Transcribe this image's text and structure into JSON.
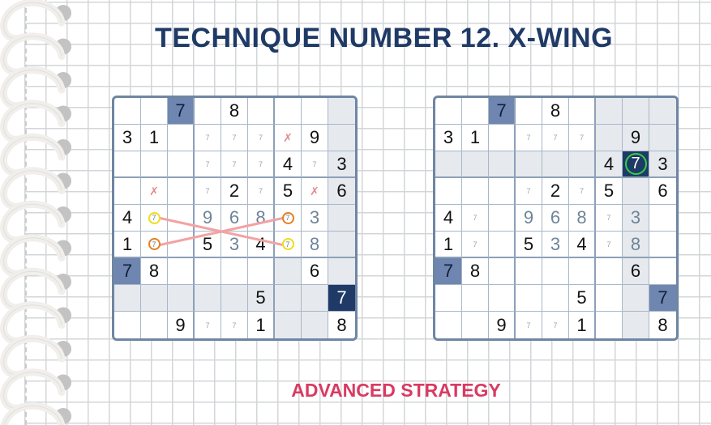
{
  "title": "TECHNIQUE NUMBER 12.  X-WING",
  "subtitle": "ADVANCED STRATEGY",
  "colors": {
    "title": "#1f3a66",
    "subtitle": "#d93a62",
    "given_highlight": "#6f86b0",
    "target_highlight": "#1f3a66",
    "shade": "#e6e9ed",
    "ring_yellow": "#ecdd1c",
    "ring_orange": "#e47f22",
    "ring_green": "#2fd14a",
    "link_line": "#f2a3a3"
  },
  "boards": [
    {
      "name": "before",
      "cells": [
        [
          "",
          "",
          "7",
          "",
          "8",
          "",
          "",
          "",
          ""
        ],
        [
          "3",
          "1",
          "",
          "7",
          "7",
          "7",
          "x",
          "9",
          ""
        ],
        [
          "",
          "",
          "",
          "7",
          "7",
          "7",
          "4",
          "7",
          "3"
        ],
        [
          "",
          "x",
          "",
          "7",
          "2",
          "7",
          "5",
          "x",
          "6"
        ],
        [
          "4",
          "7",
          "",
          "9",
          "6",
          "8",
          "7",
          "3",
          ""
        ],
        [
          "1",
          "7",
          "",
          "5",
          "3",
          "4",
          "7",
          "8",
          ""
        ],
        [
          "7",
          "8",
          "",
          "",
          "",
          "",
          "",
          "6",
          ""
        ],
        [
          "",
          "",
          "",
          "",
          "",
          "5",
          "",
          "",
          "7"
        ],
        [
          "",
          "",
          "9",
          "7",
          "7",
          "1",
          "",
          "",
          "8"
        ]
      ],
      "candidates": [
        "1,3",
        "1,4",
        "1,5",
        "2,3",
        "2,4",
        "2,5",
        "2,7",
        "3,3",
        "3,5",
        "8,3",
        "8,4"
      ],
      "placed": [
        "4,3",
        "4,4",
        "4,5",
        "4,7",
        "5,4",
        "5,7"
      ],
      "eliminated": [
        "1,6",
        "3,1",
        "3,7"
      ],
      "rings": {
        "4,1": "yellow",
        "5,1": "orange",
        "4,6": "orange",
        "5,6": "yellow"
      },
      "given_highlight": [
        "0,2",
        "6,0"
      ],
      "target_highlight": [
        "7,8"
      ],
      "shaded": [
        "0,8",
        "1,8",
        "2,8",
        "3,8",
        "4,8",
        "5,8",
        "6,6",
        "6,8",
        "7,0",
        "7,1",
        "7,2",
        "7,3",
        "7,4",
        "7,5",
        "7,6",
        "7,7",
        "8,6",
        "8,7"
      ],
      "links": [
        {
          "from": "4,1",
          "to": "5,6",
          "color": "#f2a3a3"
        },
        {
          "from": "5,1",
          "to": "4,6",
          "color": "#f2a3a3"
        }
      ]
    },
    {
      "name": "after",
      "cells": [
        [
          "",
          "",
          "7",
          "",
          "8",
          "",
          "",
          "",
          ""
        ],
        [
          "3",
          "1",
          "",
          "7",
          "7",
          "7",
          "",
          "9",
          ""
        ],
        [
          "",
          "",
          "",
          "",
          "",
          "",
          "4",
          "7",
          "3"
        ],
        [
          "",
          "",
          "",
          "7",
          "2",
          "7",
          "5",
          "",
          "6"
        ],
        [
          "4",
          "7",
          "",
          "9",
          "6",
          "8",
          "7",
          "3",
          ""
        ],
        [
          "1",
          "7",
          "",
          "5",
          "3",
          "4",
          "7",
          "8",
          ""
        ],
        [
          "7",
          "8",
          "",
          "",
          "",
          "",
          "",
          "6",
          ""
        ],
        [
          "",
          "",
          "",
          "",
          "",
          "5",
          "",
          "",
          "7"
        ],
        [
          "",
          "",
          "9",
          "7",
          "7",
          "1",
          "",
          "",
          "8"
        ]
      ],
      "candidates": [
        "1,3",
        "1,4",
        "1,5",
        "3,3",
        "3,5",
        "4,1",
        "4,6",
        "5,1",
        "5,6",
        "8,3",
        "8,4"
      ],
      "placed": [
        "4,3",
        "4,4",
        "4,5",
        "4,7",
        "5,4",
        "5,7"
      ],
      "eliminated": [],
      "rings": {},
      "green_ring": "2,7",
      "given_highlight": [
        "0,2",
        "6,0",
        "7,8"
      ],
      "target_highlight": [
        "2,7"
      ],
      "shaded": [
        "0,6",
        "0,7",
        "0,8",
        "1,6",
        "1,7",
        "1,8",
        "2,0",
        "2,1",
        "2,2",
        "2,3",
        "2,4",
        "2,5",
        "2,6",
        "2,8",
        "3,7",
        "4,7",
        "5,7",
        "6,7",
        "7,7",
        "8,7"
      ],
      "links": []
    }
  ]
}
